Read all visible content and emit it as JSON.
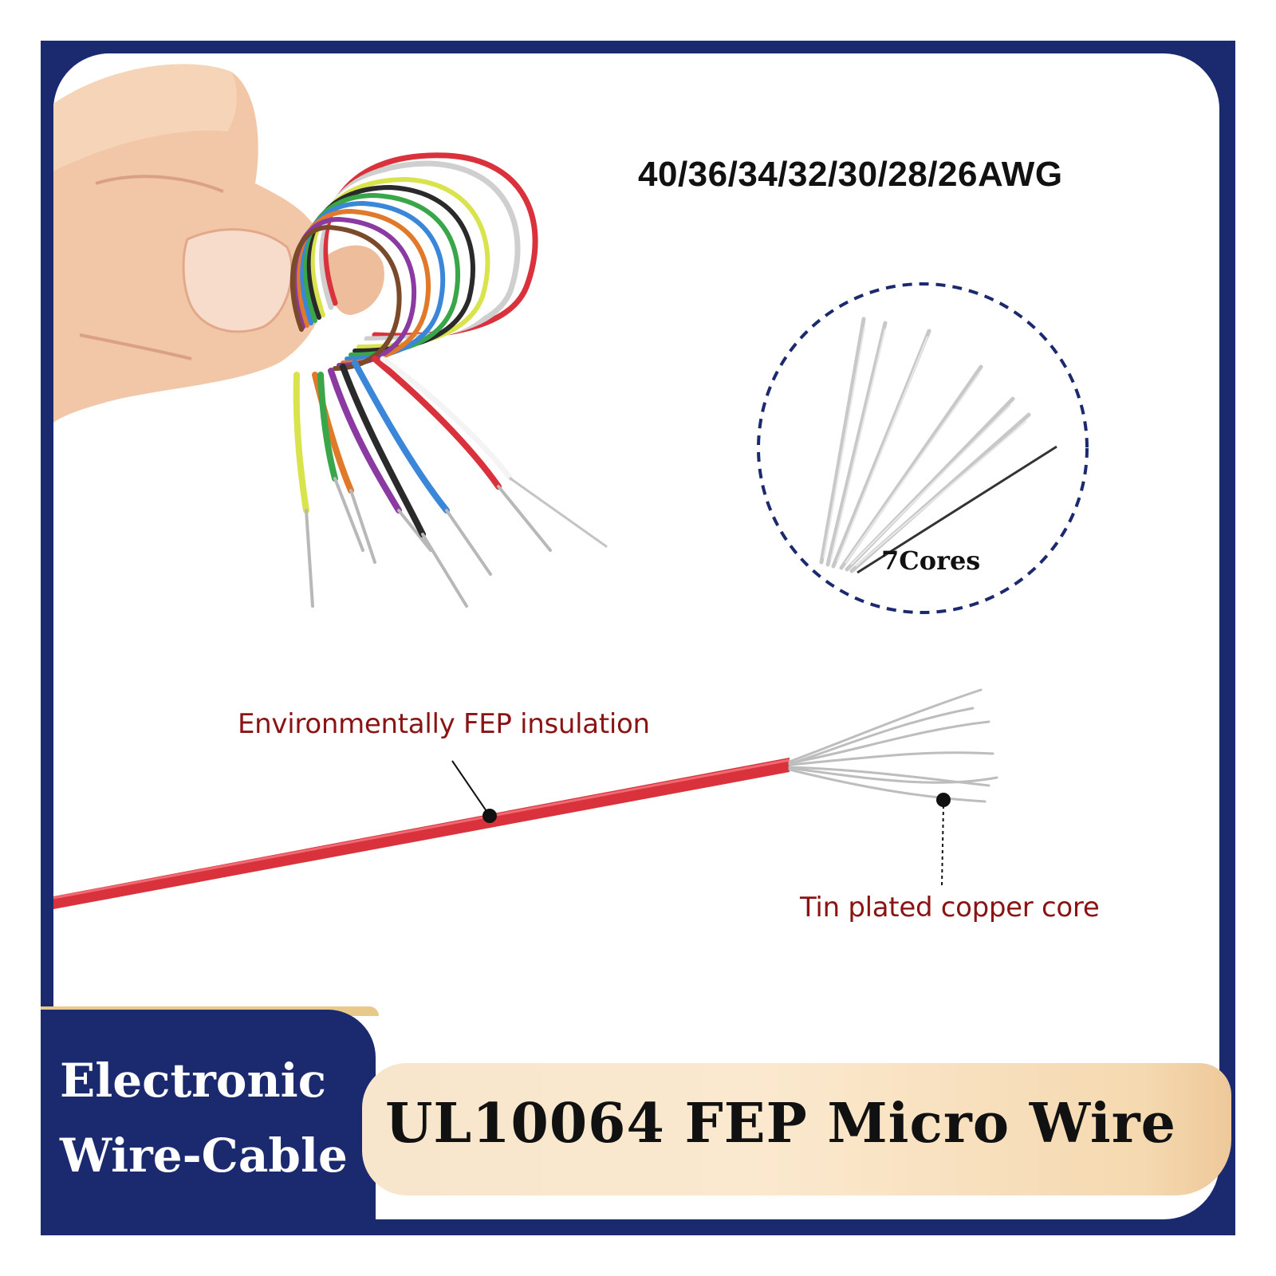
{
  "headline": {
    "gauges": "40/36/34/32/30/28/26AWG"
  },
  "detail_circle": {
    "label": "7Cores"
  },
  "callouts": {
    "insulation": "Environmentally FEP insulation",
    "core": "Tin plated copper core"
  },
  "banner": {
    "category_line1": "Electronic",
    "category_line2": "Wire-Cable",
    "product_title": "UL10064 FEP Micro Wire"
  },
  "colors": {
    "frame_navy": "#1b2a6e",
    "callout_red": "#8a1414",
    "banner_cream": "#f7e6cb",
    "wire_red": "#d9323c"
  },
  "wire_colors": [
    "red",
    "white",
    "black",
    "green",
    "yellow",
    "blue",
    "orange",
    "purple",
    "brown",
    "grey"
  ]
}
